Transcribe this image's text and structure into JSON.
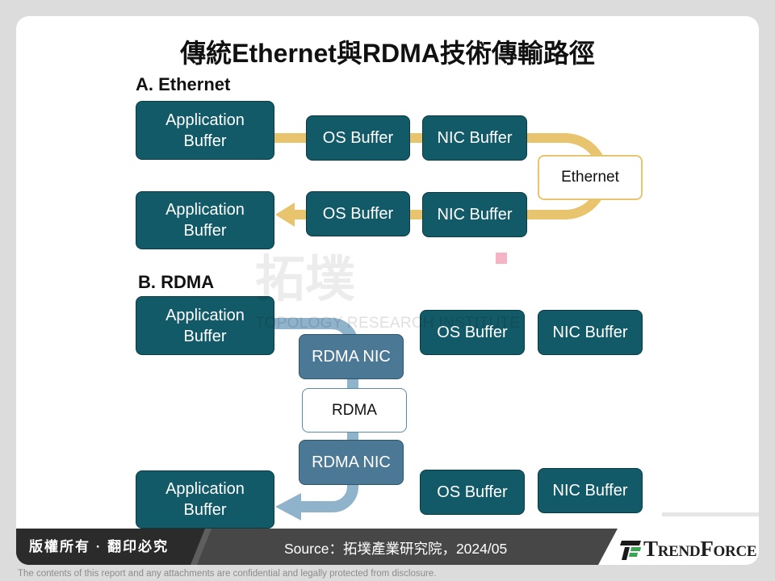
{
  "title": "傳統Ethernet與RDMA技術傳輸路徑",
  "colors": {
    "buffer_box": "#125a67",
    "rdma_nic_box": "#4b7895",
    "ethernet_path": "#e9c46f",
    "rdma_path": "#8fb3ca"
  },
  "ethernet_section": {
    "heading": "A. Ethernet",
    "top_row": {
      "application_buffer": {
        "line1": "Application",
        "line2": "Buffer"
      },
      "os_buffer": "OS Buffer",
      "nic_buffer": "NIC Buffer"
    },
    "link": "Ethernet",
    "bottom_row": {
      "application_buffer": {
        "line1": "Application",
        "line2": "Buffer"
      },
      "os_buffer": "OS Buffer",
      "nic_buffer": "NIC Buffer"
    }
  },
  "rdma_section": {
    "heading": "B. RDMA",
    "top_row": {
      "application_buffer": {
        "line1": "Application",
        "line2": "Buffer"
      },
      "rdma_nic": "RDMA NIC",
      "os_buffer": "OS Buffer",
      "nic_buffer": "NIC Buffer"
    },
    "link": "RDMA",
    "bottom_row": {
      "application_buffer": {
        "line1": "Application",
        "line2": "Buffer"
      },
      "rdma_nic": "RDMA NIC",
      "os_buffer": "OS Buffer",
      "nic_buffer": "NIC Buffer"
    }
  },
  "watermark": {
    "name_zh": "拓墣",
    "name_en": "TOPOLOGY RESEARCH INSTITUTE"
  },
  "footer": {
    "copyright": "版權所有 · 翻印必究",
    "source": "Source：拓墣產業研究院，2024/05",
    "brand": "TrendForce",
    "disclaimer": "The contents of this report and any attachments are confidential and legally protected from disclosure."
  },
  "icons": {
    "brand_logo": "trendforce-logo-icon",
    "ethernet_arrow": "arrow-left-icon",
    "rdma_arrow": "arrow-left-icon"
  }
}
